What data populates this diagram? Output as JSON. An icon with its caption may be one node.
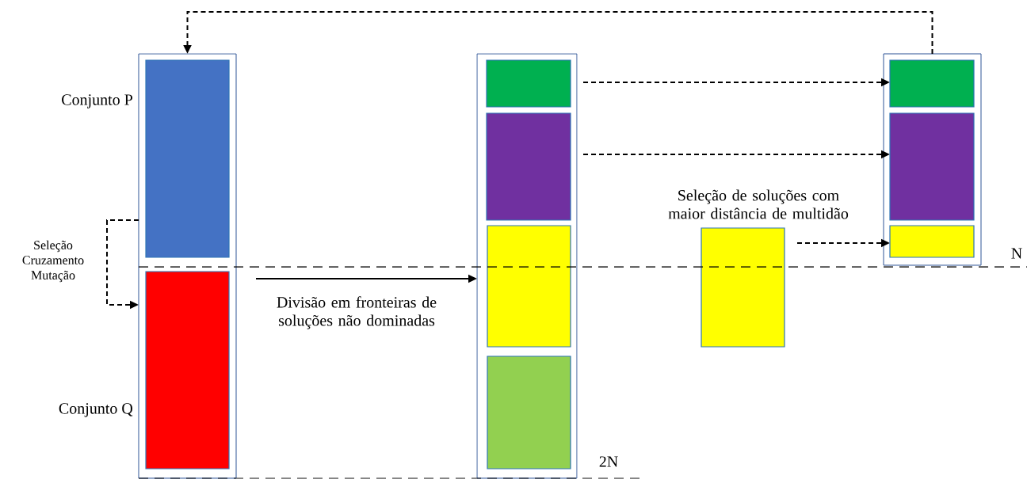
{
  "diagram": {
    "nodes": [
      {
        "text": [],
        "shape": "box"
      },
      {
        "text": [],
        "shape": "box",
        "in": 0,
        "beside": [
          "Conjunto P"
        ]
      },
      {
        "text": [],
        "shape": "box",
        "in": 0,
        "beside": [
          "Conjunto Q"
        ]
      },
      {
        "text": [],
        "shape": "box"
      },
      {
        "text": [],
        "shape": "box",
        "in": 3
      },
      {
        "text": [],
        "shape": "box",
        "in": 3
      },
      {
        "text": [],
        "shape": "box",
        "in": 3
      },
      {
        "text": [],
        "shape": "box",
        "in": 3
      },
      {
        "text": [],
        "shape": "box",
        "beside": [
          "Seleção de soluções com maior distância de multidão"
        ]
      },
      {
        "text": [],
        "shape": "box"
      },
      {
        "text": [],
        "shape": "box",
        "in": 9
      },
      {
        "text": [],
        "shape": "box",
        "in": 9
      },
      {
        "text": [],
        "shape": "box",
        "in": 9
      }
    ],
    "edges": [
      {
        "from": 9,
        "to": 0,
        "arrow": "to",
        "style": "dashed"
      },
      {
        "from": 1,
        "to": 2,
        "arrow": "to",
        "style": "dashed",
        "label": "Seleção Cruzamento Mutação"
      },
      {
        "from": 0,
        "to": 3,
        "arrow": "to",
        "label": "Divisão em fronteiras de soluções não dominadas"
      },
      {
        "from": 4,
        "to": 10,
        "arrow": "to",
        "style": "dashed"
      },
      {
        "from": 5,
        "to": 11,
        "arrow": "to",
        "style": "dashed"
      },
      {
        "from": 8,
        "to": 12,
        "arrow": "to",
        "style": "dashed"
      }
    ],
    "labels": [
      "N",
      "2N"
    ]
  }
}
